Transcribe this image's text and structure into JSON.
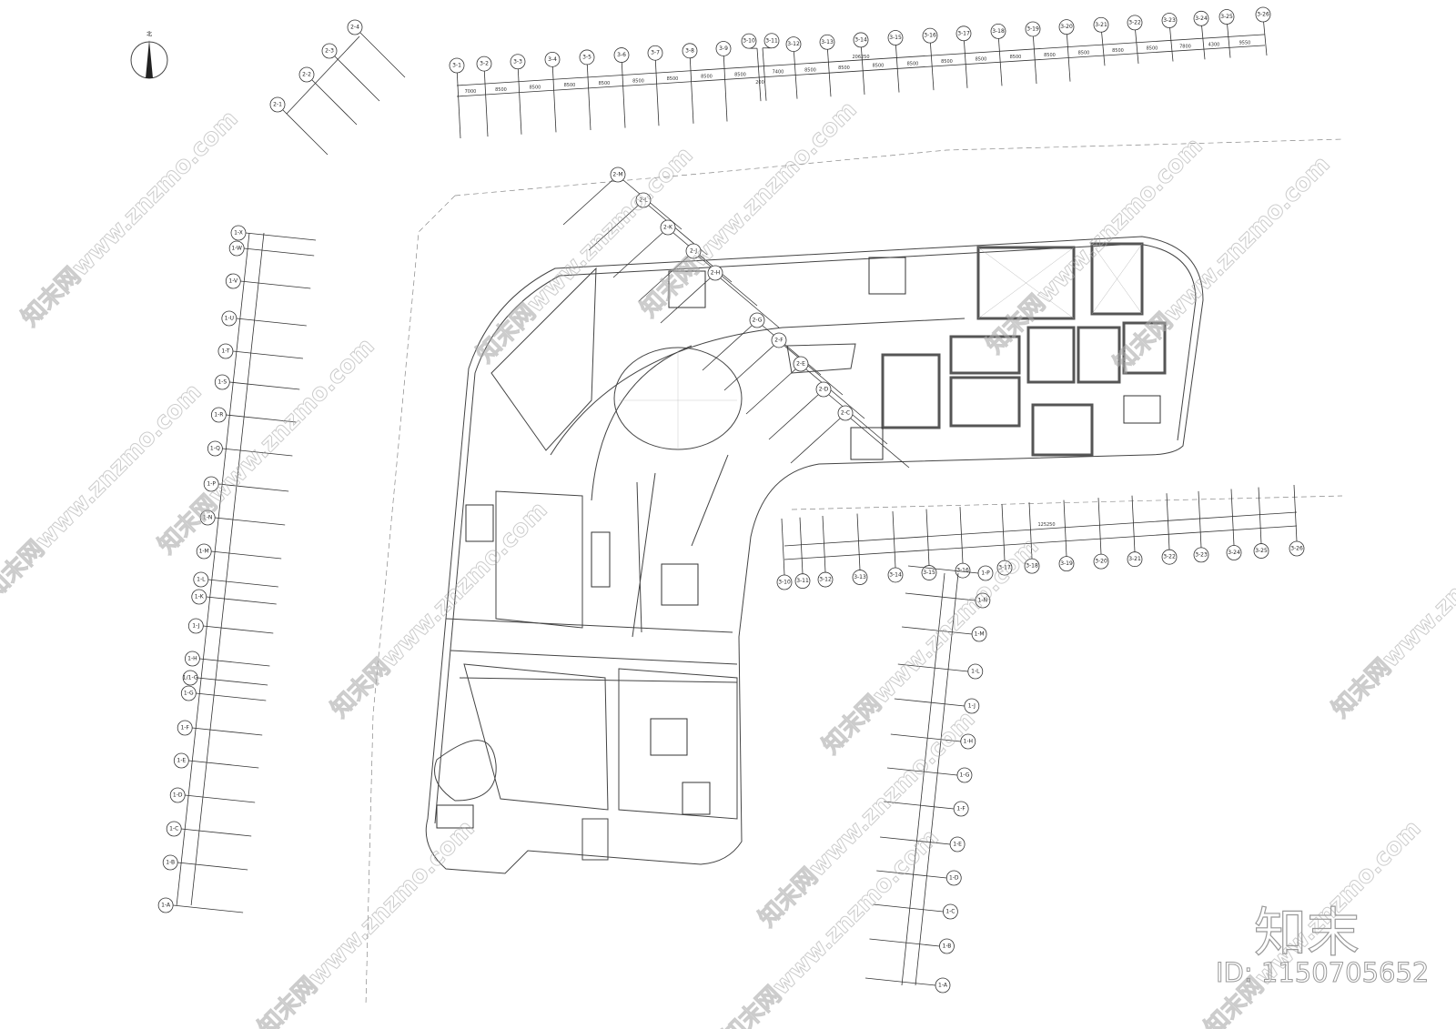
{
  "north_label": "北",
  "top_axis": {
    "labels": [
      "3-1",
      "3-2",
      "3-3",
      "3-4",
      "3-5",
      "3-6",
      "3-7",
      "3-8",
      "3-9",
      "3-10",
      "3-11",
      "3-12",
      "3-13",
      "3-14",
      "3-15",
      "3-16",
      "3-17",
      "3-18",
      "3-19",
      "3-20",
      "3-21",
      "3-22",
      "3-23",
      "3-24",
      "3-25",
      "3-26"
    ],
    "dims": [
      "7000",
      "8500",
      "8500",
      "8500",
      "8500",
      "8500",
      "8500",
      "8500",
      "8500",
      "200",
      "7400",
      "8500",
      "8500",
      "8500",
      "8500",
      "8500",
      "8500",
      "8500",
      "8500",
      "8500",
      "8500",
      "8500",
      "7800",
      "4300",
      "9550"
    ],
    "total": "206250"
  },
  "left_axis": {
    "labels": [
      "1-X",
      "1-W",
      "1-V",
      "1-U",
      "1-T",
      "1-S",
      "1-R",
      "1-Q",
      "1-P",
      "1-N",
      "1-M",
      "1-L",
      "1-K",
      "1-J",
      "1-H",
      "1/1-G",
      "1-G",
      "1-F",
      "1-E",
      "1-D",
      "1-C",
      "1-B",
      "1-A"
    ]
  },
  "lower_axis": {
    "labels": [
      "3-10",
      "3-11",
      "3-12",
      "3-13",
      "3-14",
      "3-15",
      "3-16",
      "3-17",
      "3-18",
      "3-19",
      "3-20",
      "3-21",
      "3-22",
      "3-23",
      "3-24",
      "3-25",
      "3-26"
    ],
    "total": "125250"
  },
  "right_axis": {
    "labels": [
      "1-P",
      "1-N",
      "1-M",
      "1-L",
      "1-J",
      "1-H",
      "1-G",
      "1-F",
      "1-E",
      "1-D",
      "1-C",
      "1-B",
      "1-A"
    ]
  },
  "diag_axis_small": {
    "labels": [
      "2-1",
      "2-2",
      "2-3",
      "2-4"
    ]
  },
  "diag_axis_mid": {
    "labels": [
      "2-M",
      "2-L",
      "2-K",
      "2-J",
      "2-H",
      "2-G",
      "2-F",
      "2-E",
      "2-D",
      "2-C"
    ]
  },
  "watermark": "知末网www.znzmo.com",
  "brand": {
    "logo": "知末",
    "id": "ID: 1150705652"
  }
}
